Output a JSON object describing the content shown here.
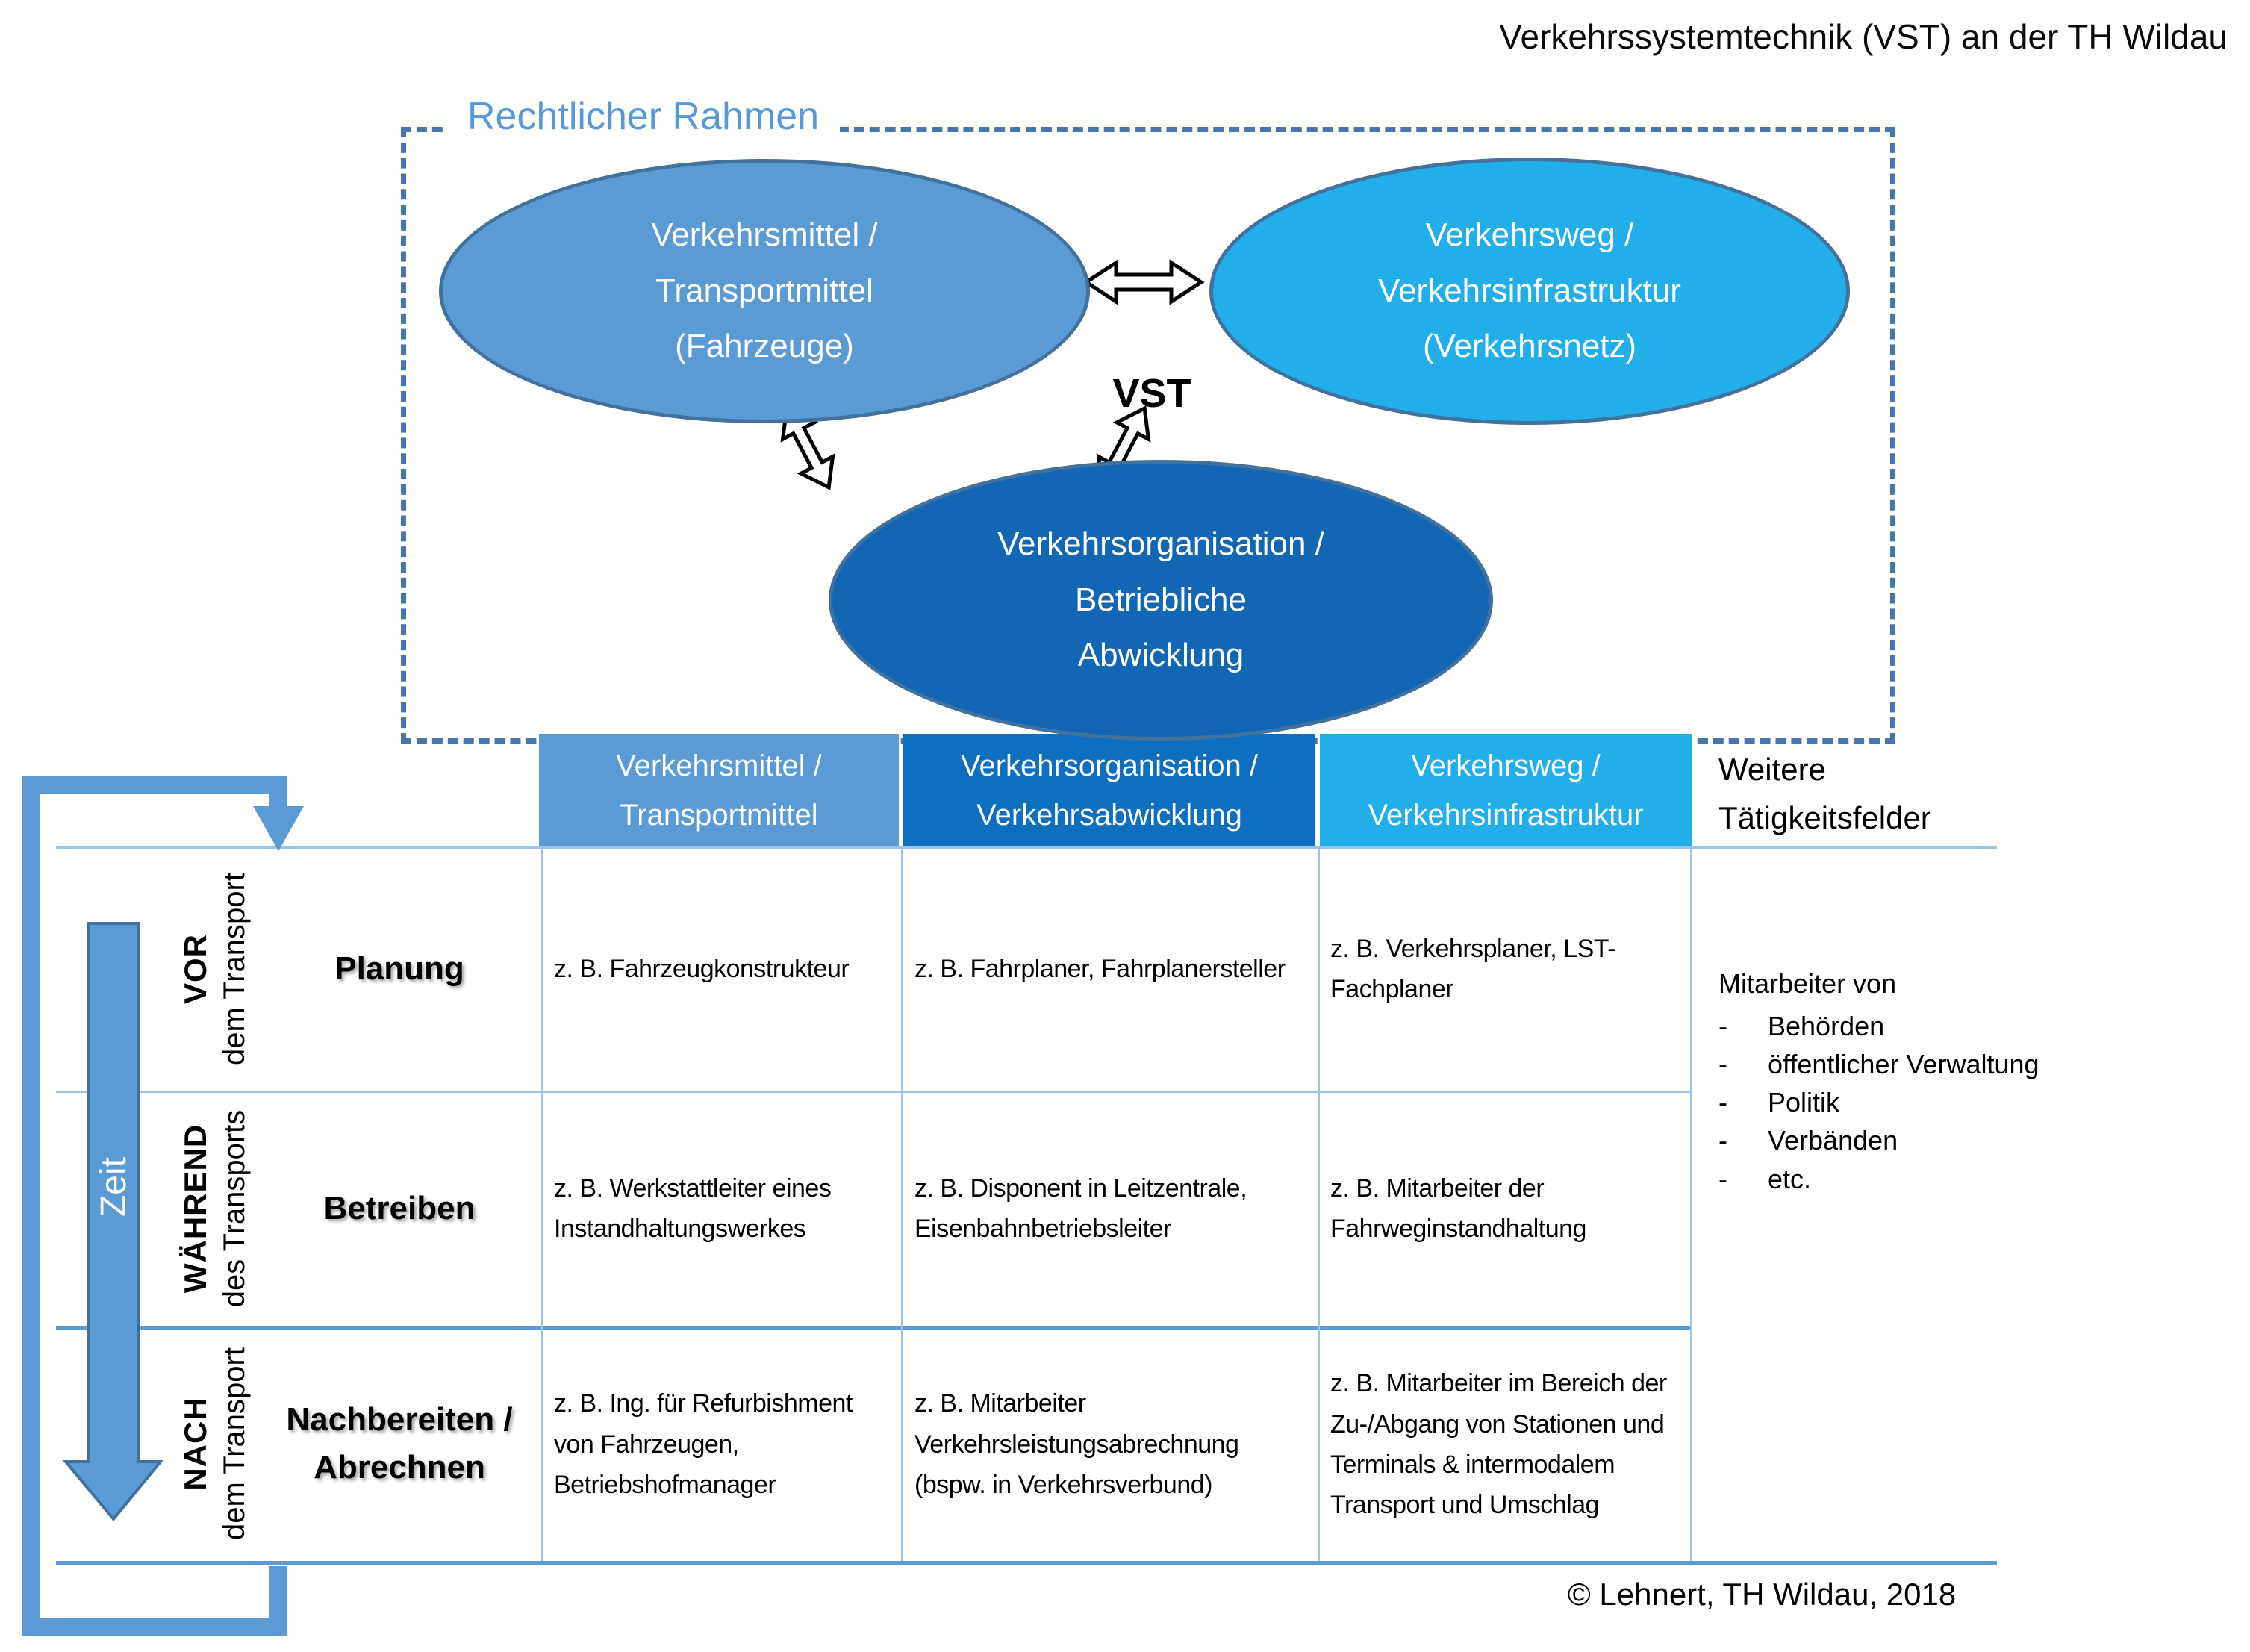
{
  "title": "Verkehrssystemtechnik (VST) an der TH Wildau",
  "diagram": {
    "frame_label": "Rechtlicher Rahmen",
    "center_label": "VST",
    "ellipses": [
      {
        "name": "verkehrsmittel",
        "fill": "#5B9BD5",
        "lines": [
          "Verkehrsmittel /",
          "Transportmittel",
          "(Fahrzeuge)"
        ]
      },
      {
        "name": "verkehrsweg",
        "fill": "#21AEE9",
        "lines": [
          "Verkehrsweg /",
          "Verkehrsinfrastruktur",
          "(Verkehrsnetz)"
        ]
      },
      {
        "name": "verkehrsorganisation",
        "fill": "#1366B4",
        "lines": [
          "Verkehrsorganisation /",
          "Betriebliche",
          "Abwicklung"
        ]
      }
    ]
  },
  "table": {
    "headers": [
      {
        "fill": "#5B9BD5",
        "lines": [
          "Verkehrsmittel /",
          "Transportmittel"
        ]
      },
      {
        "fill": "#0E6EC0",
        "lines": [
          "Verkehrsorganisation /",
          "Verkehrsabwicklung"
        ]
      },
      {
        "fill": "#21AEE9",
        "lines": [
          "Verkehrsweg /",
          "Verkehrsinfrastruktur"
        ]
      }
    ],
    "extra_header_lines": [
      "Weitere",
      "Tätigkeitsfelder"
    ],
    "rows": [
      {
        "phase": "VOR",
        "phase_sub": "dem Transport",
        "activity_lines": [
          "Planung"
        ],
        "cells": [
          "z. B. Fahrzeugkonstrukteur",
          "z. B. Fahrplaner, Fahrplanersteller",
          "z. B. Verkehrsplaner, LST-Fachplaner"
        ]
      },
      {
        "phase": "WÄHREND",
        "phase_sub": "des Transports",
        "activity_lines": [
          "Betreiben"
        ],
        "cells": [
          "z. B. Werkstattleiter eines Instandhaltungswerkes",
          "z. B. Disponent in Leitzentrale, Eisenbahnbetriebsleiter",
          "z. B. Mitarbeiter der Fahrweginstandhaltung"
        ]
      },
      {
        "phase": "NACH",
        "phase_sub": "dem Transport",
        "activity_lines": [
          "Nachbereiten /",
          "Abrechnen"
        ],
        "cells": [
          "z. B. Ing. für Refurbishment von Fahrzeugen, Betriebshofmanager",
          "z. B. Mitarbeiter Verkehrsleistungsabrechnung (bspw. in Verkehrsverbund)",
          "z. B. Mitarbeiter im Bereich der Zu-/Abgang von Stationen und Terminals & intermodalem Transport und Umschlag"
        ]
      }
    ],
    "extra_cell": {
      "intro": "Mitarbeiter von",
      "bullet": "-",
      "items": [
        "Behörden",
        "öffentlicher Verwaltung",
        "Politik",
        "Verbänden",
        "etc."
      ]
    }
  },
  "time_label": "Zeit",
  "copyright": "© Lehnert, TH Wildau, 2018",
  "colors": {
    "accent_medium": "#5B9BD5",
    "accent_dark": "#0E6EC0",
    "accent_cyan": "#21AEE9",
    "frame_dash": "#4576AD",
    "grid_light": "#9CC3E8",
    "grid_strong": "#5B9BD5",
    "arrow_border": "#41719C"
  }
}
